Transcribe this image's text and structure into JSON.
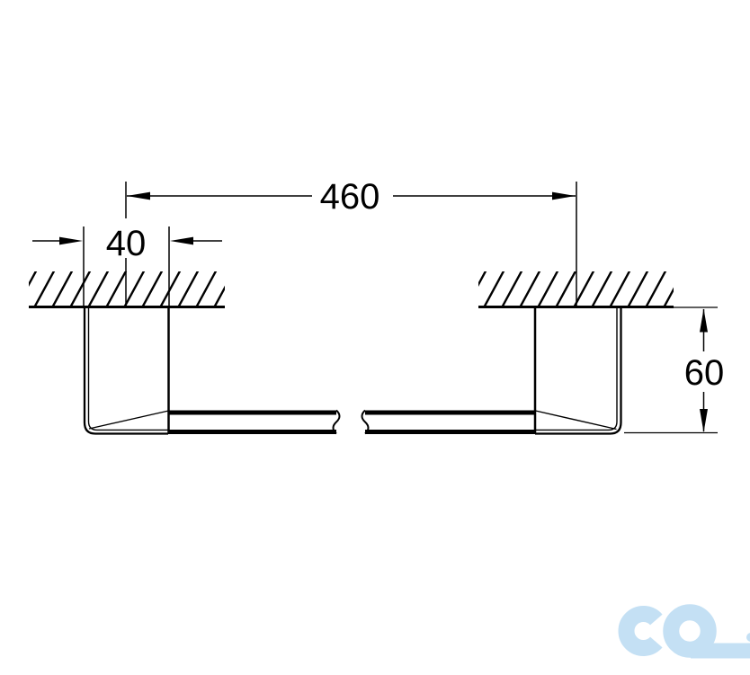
{
  "drawing": {
    "dimensions": {
      "overall_width": "460",
      "post_width": "40",
      "height": "60"
    },
    "colors": {
      "line": "#000000",
      "background": "#ffffff",
      "logo": "#c4e0f4"
    },
    "icons": {
      "logo": "co-logo"
    }
  }
}
